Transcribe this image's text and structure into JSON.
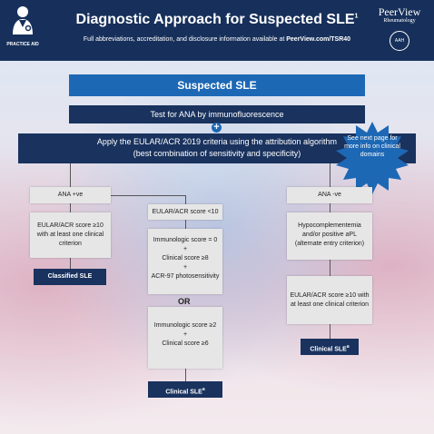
{
  "header": {
    "badge_label": "PRACTICE AID",
    "title": "Diagnostic Approach for Suspected SLE",
    "title_sup": "1",
    "subtitle_pre": "Full abbreviations, accreditation, and disclosure information available at ",
    "subtitle_link": "PeerView.com/TSR40",
    "brand_name": "PeerView",
    "brand_sub": "Rheumatology",
    "brand_seal": "AAH"
  },
  "flow": {
    "suspected": "Suspected SLE",
    "test": "Test for ANA by immunofluorescence",
    "apply_line1": "Apply the EULAR/ACR 2019 criteria using the attribution algorithm",
    "apply_line2": "(best combination of sensitivity and specificity)",
    "note": "See next page for more info on clinical domains",
    "ana_pos": "ANA +ve",
    "ana_pos_score": "EULAR/ACR score ≥10 with at least one clinical criterion",
    "classified": "Classified SLE",
    "ana_pos_low": "EULAR/ACR score <10",
    "immuno0": "Immunologic score = 0",
    "plus1": "+",
    "clin8": "Clinical score ≥8",
    "plus2": "+",
    "acr97": "ACR-97 photosensitivity",
    "or": "OR",
    "immuno2": "Immunologic score ≥2",
    "plus3": "+",
    "clin6": "Clinical score ≥6",
    "clinical_mid": "Clinical SLE",
    "clinical_mid_sup": "a",
    "ana_neg": "ANA -ve",
    "hypo_line1": "Hypocomplementemia",
    "hypo_line2": "and/or positive aPL",
    "hypo_line3": "(alternate entry criterion)",
    "ana_neg_score": "EULAR/ACR score ≥10 with at least one clinical criterion",
    "clinical_right": "Clinical SLE",
    "clinical_right_sup": "a"
  },
  "colors": {
    "navy": "#19325e",
    "blue": "#1d68b5",
    "grey_box": "#e6e6e6"
  }
}
